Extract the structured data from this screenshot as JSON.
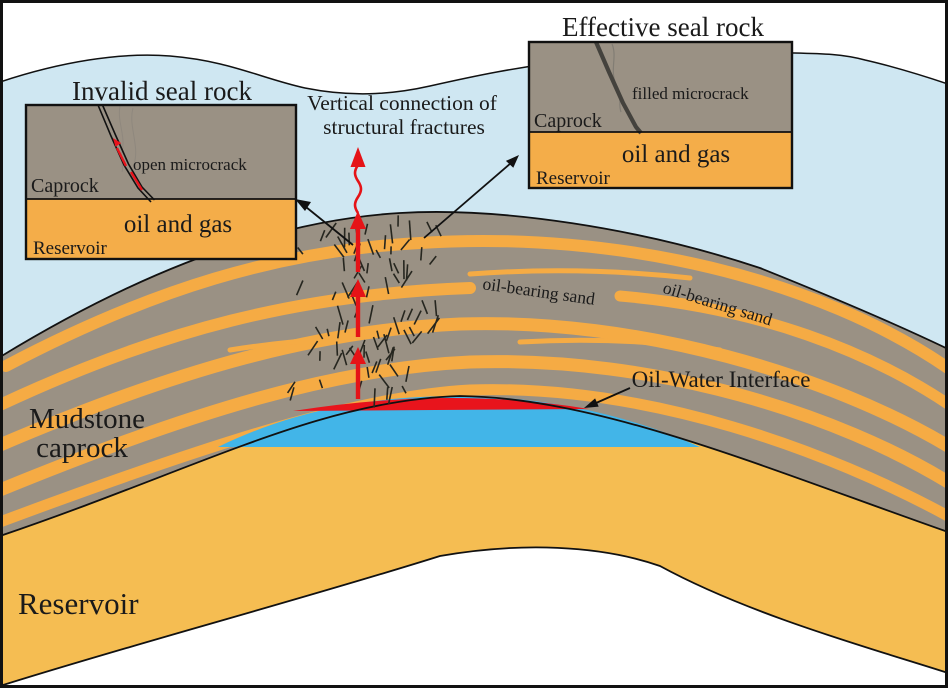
{
  "scene": {
    "insets": {
      "invalid": {
        "title": "Invalid seal rock",
        "caprock_label": "Caprock",
        "crack_label": "open microcrack",
        "oil_label": "oil and gas",
        "reservoir_label": "Reservoir"
      },
      "effective": {
        "title": "Effective seal rock",
        "caprock_label": "Caprock",
        "crack_label": "filled microcrack",
        "oil_label": "oil and gas",
        "reservoir_label": "Reservoir"
      }
    },
    "annotations": {
      "vertical_connection_line1": "Vertical connection of",
      "vertical_connection_line2": "structural fractures",
      "oil_bearing_sand_left": "oil-bearing sand",
      "oil_bearing_sand_right": "oil-bearing sand",
      "oil_water_interface": "Oil-Water Interface",
      "mudstone_caprock_line1": "Mudstone",
      "mudstone_caprock_line2": "caprock",
      "reservoir_main": "Reservoir"
    },
    "palette": {
      "sky": "#cfe7f2",
      "caprock": "#9a9184",
      "sand_band": "#f5ab44",
      "reservoir": "#f5bd52",
      "inset_caprock": "#9a9184",
      "inset_sand": "#f4ad49",
      "oil_red": "#e8141c",
      "water_blue": "#42b5e8",
      "outline": "#111111",
      "arrow_red": "#e51317",
      "text": "#1a1a1a"
    }
  }
}
